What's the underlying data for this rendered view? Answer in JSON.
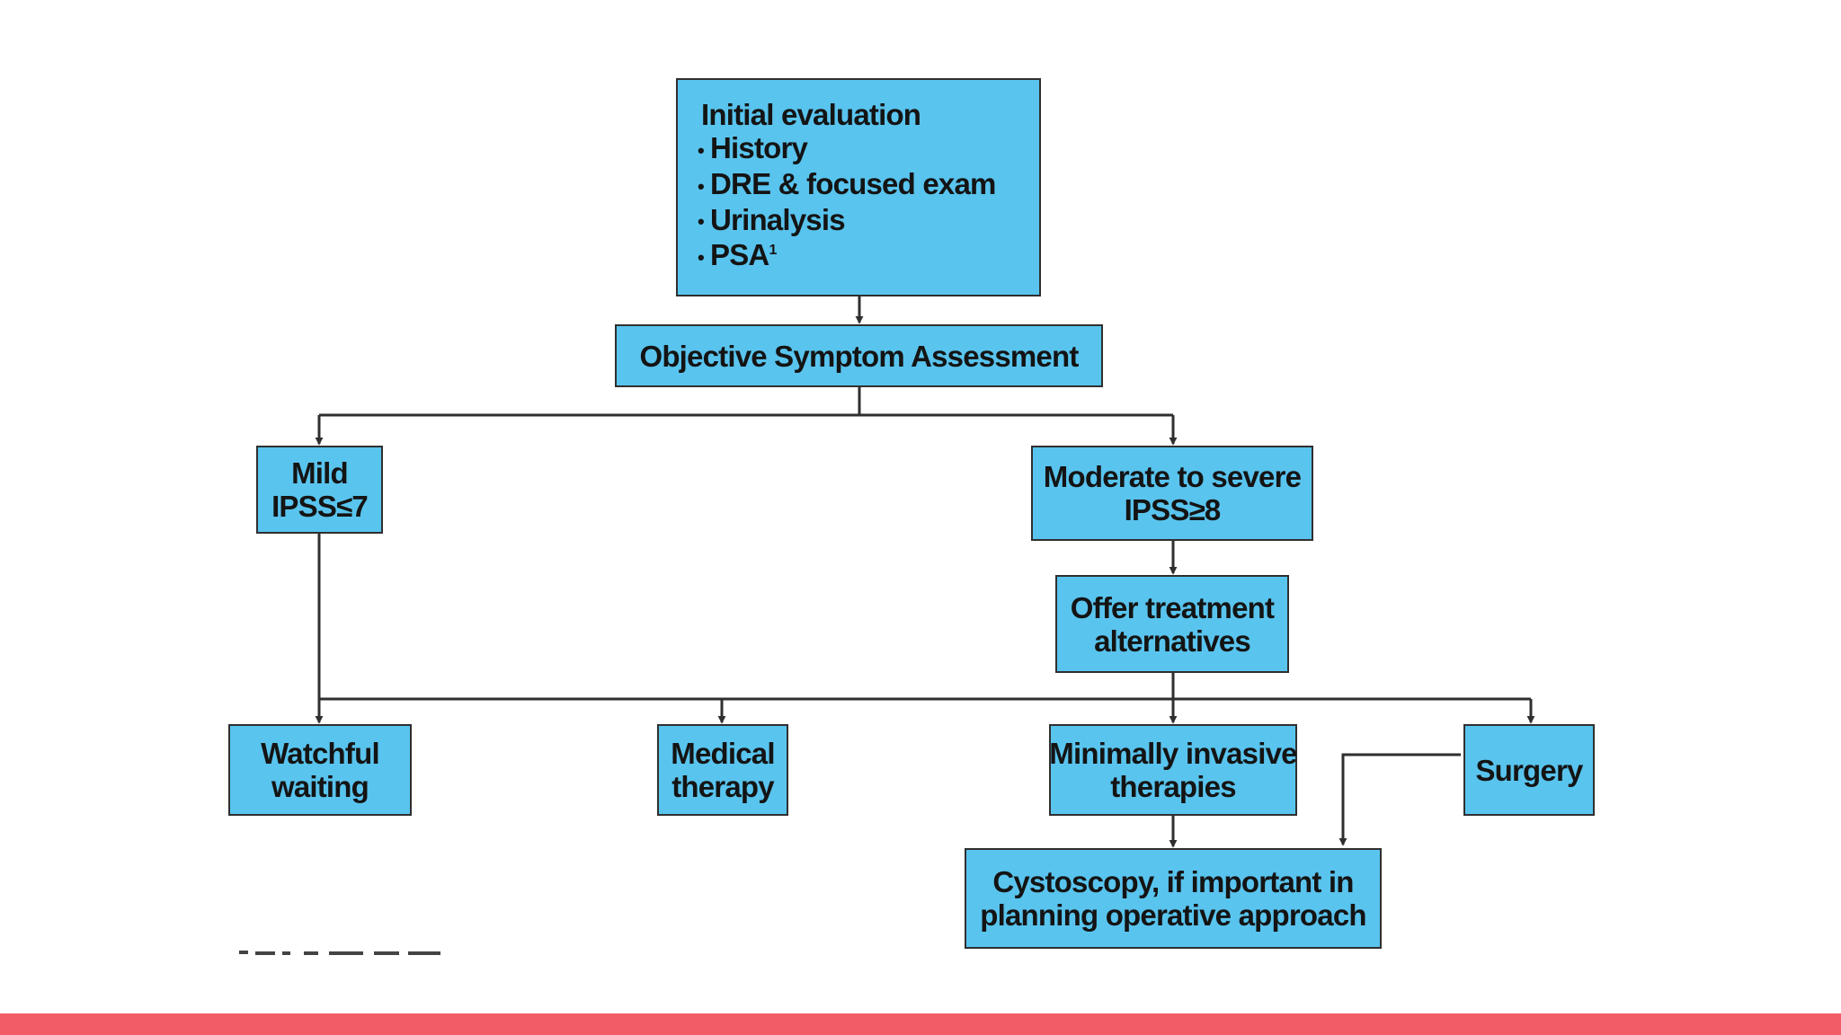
{
  "flowchart": {
    "initial_evaluation": {
      "title": "Initial evaluation",
      "items": [
        "History",
        "DRE & focused exam",
        "Urinalysis",
        "PSA"
      ],
      "psa_footnote_mark": "1"
    },
    "objective_assessment": "Objective Symptom Assessment",
    "mild": {
      "line1": "Mild",
      "line2": "IPSS≤7"
    },
    "moderate": {
      "line1": "Moderate to severe",
      "line2": "IPSS≥8"
    },
    "offer_treatment": {
      "line1": "Offer treatment",
      "line2": "alternatives"
    },
    "watchful_waiting": {
      "line1": "Watchful",
      "line2": "waiting"
    },
    "medical_therapy": {
      "line1": "Medical",
      "line2": "therapy"
    },
    "minimally_invasive": {
      "line1": "Minimally invasive",
      "line2": "therapies"
    },
    "surgery": "Surgery",
    "cystoscopy": {
      "line1": "Cystoscopy, if important in",
      "line2": "planning operative approach"
    }
  },
  "colors": {
    "box_fill": "#59c4ee",
    "box_border": "#2f2f2f",
    "connector": "#2f2f2f",
    "footer_bar": "#f25c66",
    "background": "#ffffff"
  }
}
